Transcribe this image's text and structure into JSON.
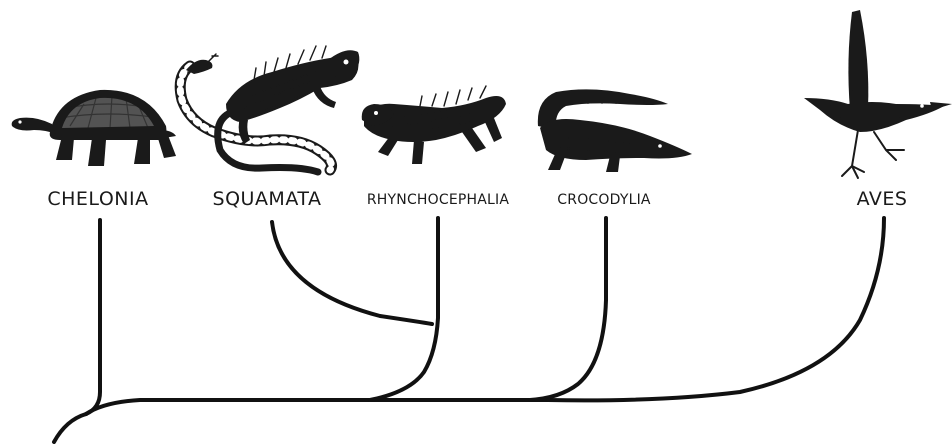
{
  "diagram": {
    "palette": {
      "ink": "#111111",
      "background": "#ffffff"
    },
    "taxa": [
      {
        "id": "chelonia",
        "label": "CHELONIA",
        "illustration": "tortoise-illustration"
      },
      {
        "id": "squamata",
        "label": "SQUAMATA",
        "illustration": "iguana-and-snake-illustration"
      },
      {
        "id": "rhynchocephalia",
        "label": "RHYNCHOCEPHALIA",
        "illustration": "tuatara-illustration"
      },
      {
        "id": "crocodylia",
        "label": "CROCODYLIA",
        "illustration": "crocodile-illustration"
      },
      {
        "id": "aves",
        "label": "AVES",
        "illustration": "bird-illustration"
      }
    ],
    "topology": "((Chelonia, ((Squamata, Rhynchocephalia), (Crocodylia, Aves))))"
  }
}
